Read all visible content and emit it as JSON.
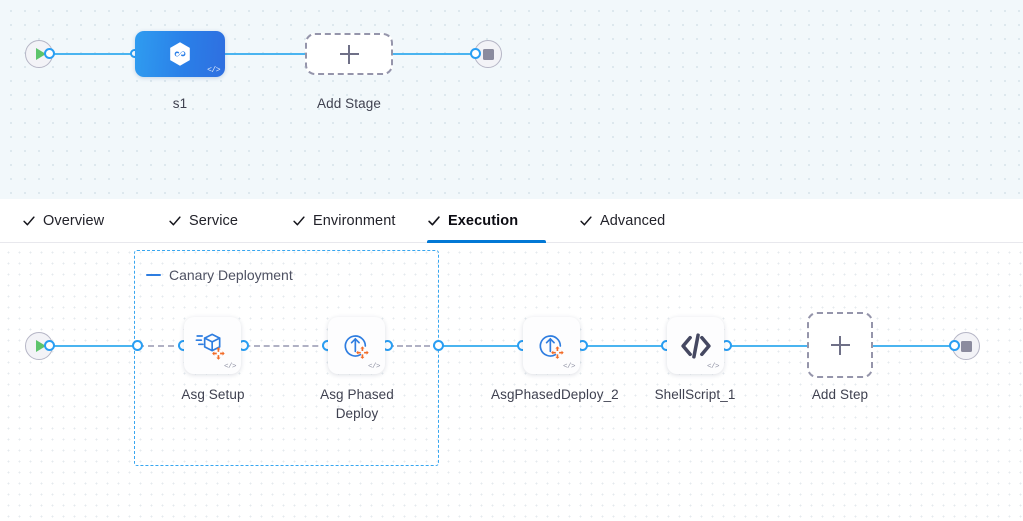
{
  "colors": {
    "accent_blue": "#0278d5",
    "connector_blue": "#4ab4f0",
    "node_blue": "#2a7fe8",
    "group_border": "#38a6f0",
    "orange": "#f26c28",
    "start_green": "#5dc46b",
    "stop_gray": "#8b8b9e",
    "stage_canvas_bg": "#f2f8fb",
    "exec_canvas_bg": "#ffffff"
  },
  "stage_canvas": {
    "start_icon": "play-icon",
    "end_icon": "stop-icon",
    "stage": {
      "label": "s1",
      "icon": "hexagon-infinity-icon",
      "code_badge": "</>"
    },
    "add_stage": {
      "label": "Add Stage",
      "icon": "plus-icon"
    }
  },
  "tabs": [
    {
      "label": "Overview",
      "icon": "check-icon",
      "active": false
    },
    {
      "label": "Service",
      "icon": "check-icon",
      "active": false
    },
    {
      "label": "Environment",
      "icon": "check-icon",
      "active": false
    },
    {
      "label": "Execution",
      "icon": "check-icon",
      "active": true
    },
    {
      "label": "Advanced",
      "icon": "check-icon",
      "active": false
    }
  ],
  "execution_canvas": {
    "start_icon": "play-icon",
    "end_icon": "stop-icon",
    "group": {
      "title": "Canary Deployment",
      "collapse_icon": "minus-icon"
    },
    "steps": [
      {
        "label": "Asg Setup",
        "icon": "asg-setup-icon",
        "code_badge": "</>"
      },
      {
        "label": "Asg Phased Deploy",
        "icon": "asg-phased-deploy-icon",
        "code_badge": "</>"
      },
      {
        "label": "AsgPhasedDeploy_2",
        "icon": "asg-phased-deploy-icon",
        "code_badge": "</>"
      },
      {
        "label": "ShellScript_1",
        "icon": "code-brackets-icon",
        "code_badge": "</>"
      }
    ],
    "add_step": {
      "label": "Add Step",
      "icon": "plus-icon"
    }
  }
}
